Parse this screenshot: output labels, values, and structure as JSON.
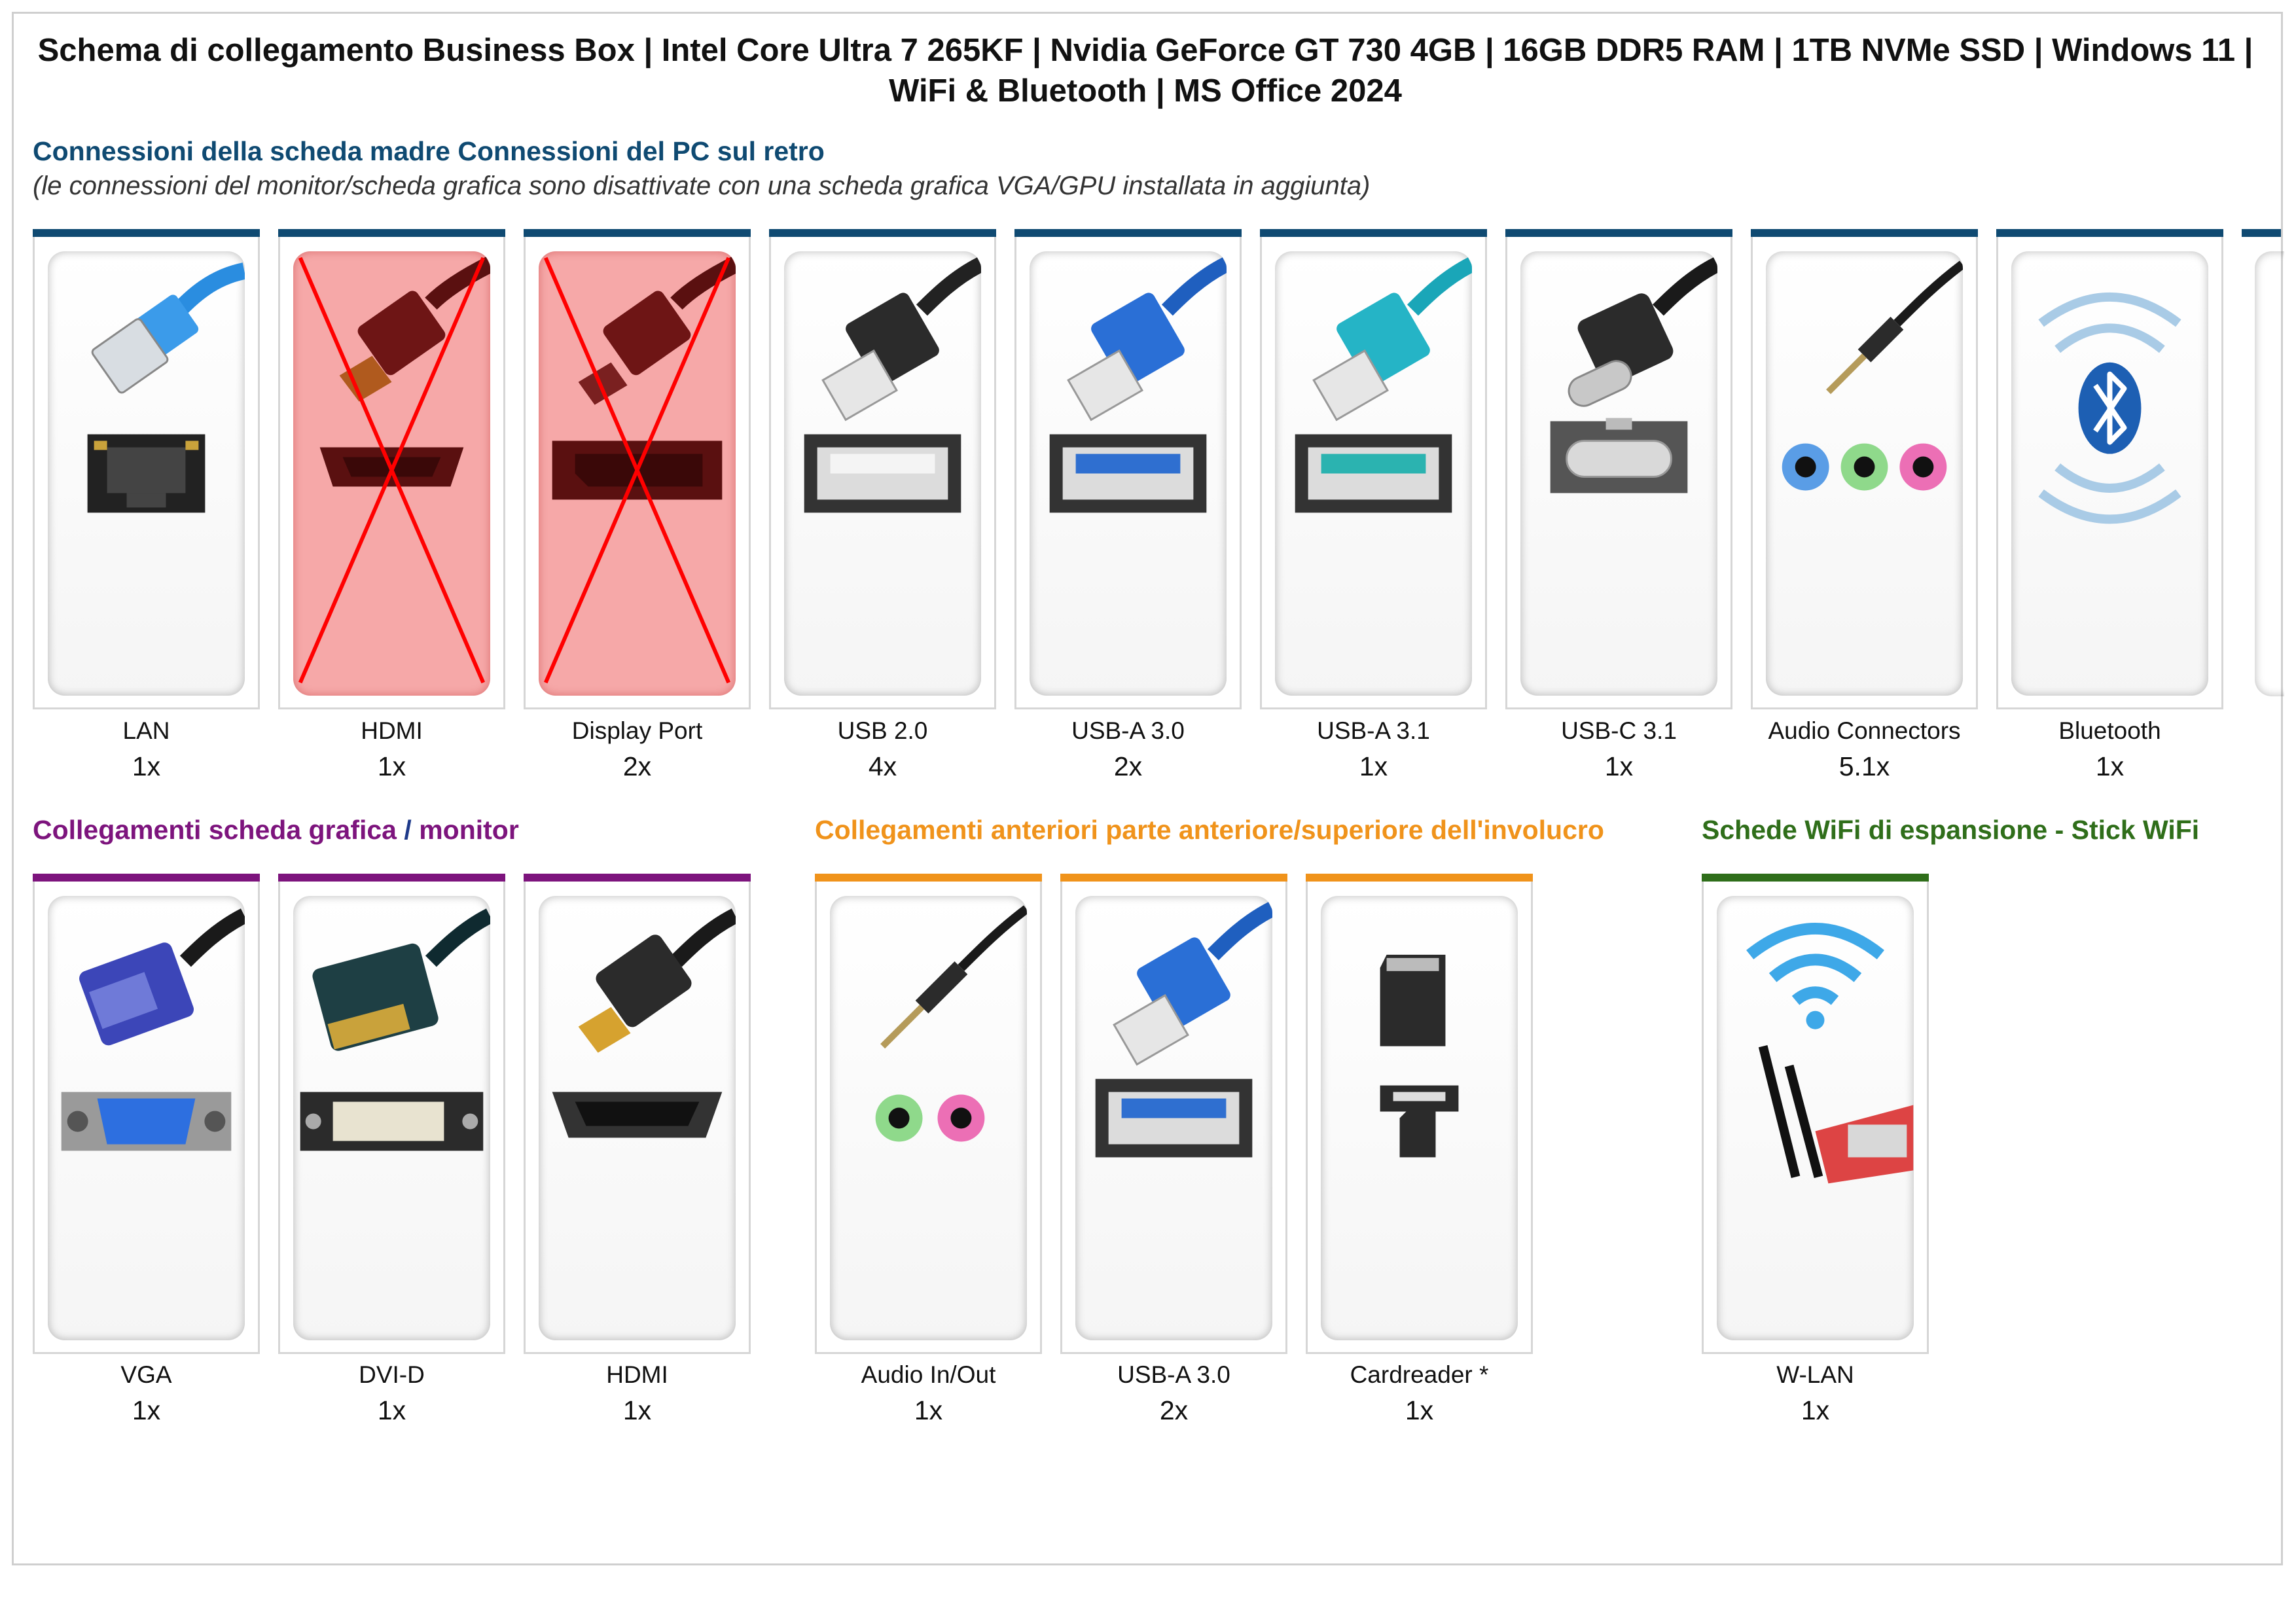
{
  "title": "Schema di collegamento Business Box | Intel Core Ultra 7 265KF | Nvidia GeForce GT 730 4GB | 16GB DDR5 RAM | 1TB NVMe SSD | Windows 11 | WiFi & Bluetooth | MS Office 2024",
  "colors": {
    "rear": "#0f4a72",
    "gpu": "#7d147d",
    "front": "#f0931b",
    "wifi": "#2f6e1a",
    "disabled": "#ff0000"
  },
  "rear": {
    "heading": "Connessioni della scheda madre Connessioni del PC sul retro",
    "note": "(le connessioni del monitor/scheda grafica sono disattivate con una scheda grafica VGA/GPU installata in aggiunta)",
    "items": [
      {
        "label": "LAN",
        "count": "1x",
        "icon": "lan-port-icon",
        "disabled": false
      },
      {
        "label": "HDMI",
        "count": "1x",
        "icon": "hdmi-port-icon",
        "disabled": true
      },
      {
        "label": "Display Port",
        "count": "2x",
        "icon": "displayport-icon",
        "disabled": true
      },
      {
        "label": "USB 2.0",
        "count": "4x",
        "icon": "usb-2-icon",
        "disabled": false
      },
      {
        "label": "USB-A 3.0",
        "count": "2x",
        "icon": "usb-a-3-0-icon",
        "disabled": false
      },
      {
        "label": "USB-A 3.1",
        "count": "1x",
        "icon": "usb-a-3-1-icon",
        "disabled": false
      },
      {
        "label": "USB-C 3.1",
        "count": "1x",
        "icon": "usb-c-icon",
        "disabled": false
      },
      {
        "label": "Audio Connectors",
        "count": "5.1x",
        "icon": "audio-connectors-icon",
        "disabled": false
      },
      {
        "label": "Bluetooth",
        "count": "1x",
        "icon": "bluetooth-icon",
        "disabled": false
      }
    ]
  },
  "gpu": {
    "heading_main": "Collegamenti scheda grafica",
    "heading_sep": "/",
    "heading_tail": "monitor",
    "items": [
      {
        "label": "VGA",
        "count": "1x",
        "icon": "vga-icon"
      },
      {
        "label": "DVI-D",
        "count": "1x",
        "icon": "dvi-icon"
      },
      {
        "label": "HDMI",
        "count": "1x",
        "icon": "hdmi-icon"
      }
    ]
  },
  "front": {
    "heading": "Collegamenti anteriori parte anteriore/superiore dell'involucro",
    "items": [
      {
        "label": "Audio In/Out",
        "count": "1x",
        "icon": "audio-jack-icon"
      },
      {
        "label": "USB-A 3.0",
        "count": "2x",
        "icon": "usb-a-3-0-icon"
      },
      {
        "label": "Cardreader *",
        "count": "1x",
        "icon": "sd-card-icon"
      }
    ]
  },
  "wifi": {
    "heading": "Schede WiFi di espansione - Stick WiFi",
    "items": [
      {
        "label": "W-LAN",
        "count": "1x",
        "icon": "wifi-antenna-icon"
      }
    ]
  }
}
